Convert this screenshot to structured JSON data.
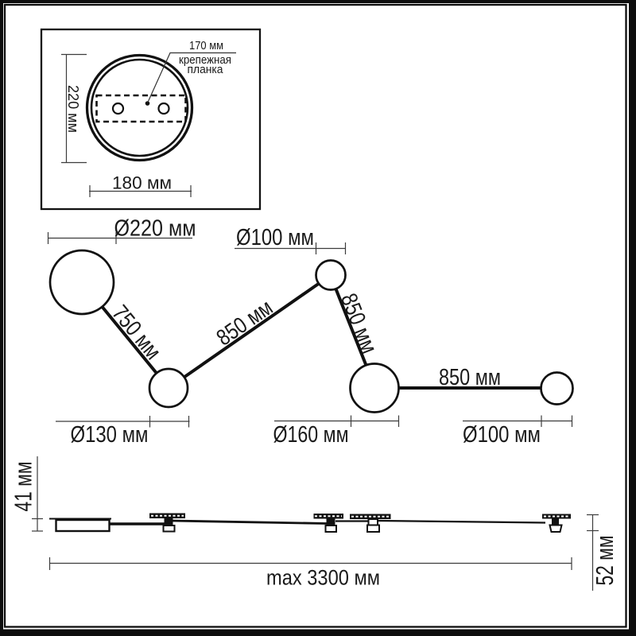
{
  "inset": {
    "dim_width_top": "170 мм",
    "mount_label_line1": "крепежная",
    "mount_label_line2": "планка",
    "dim_height": "220 мм",
    "dim_width_bottom": "180 мм"
  },
  "plan": {
    "dia_large": "Ø220 мм",
    "dia_top": "Ø100 мм",
    "arm_750": "750 мм",
    "arm_850_a": "850 мм",
    "arm_850_b": "850 мм",
    "arm_850_c": "850 мм",
    "dia_130": "Ø130 мм",
    "dia_160": "Ø160 мм",
    "dia_100_right": "Ø100 мм"
  },
  "side": {
    "height_canopy": "41 мм",
    "total_length": "max 3300 мм",
    "height_spot": "52 мм"
  }
}
